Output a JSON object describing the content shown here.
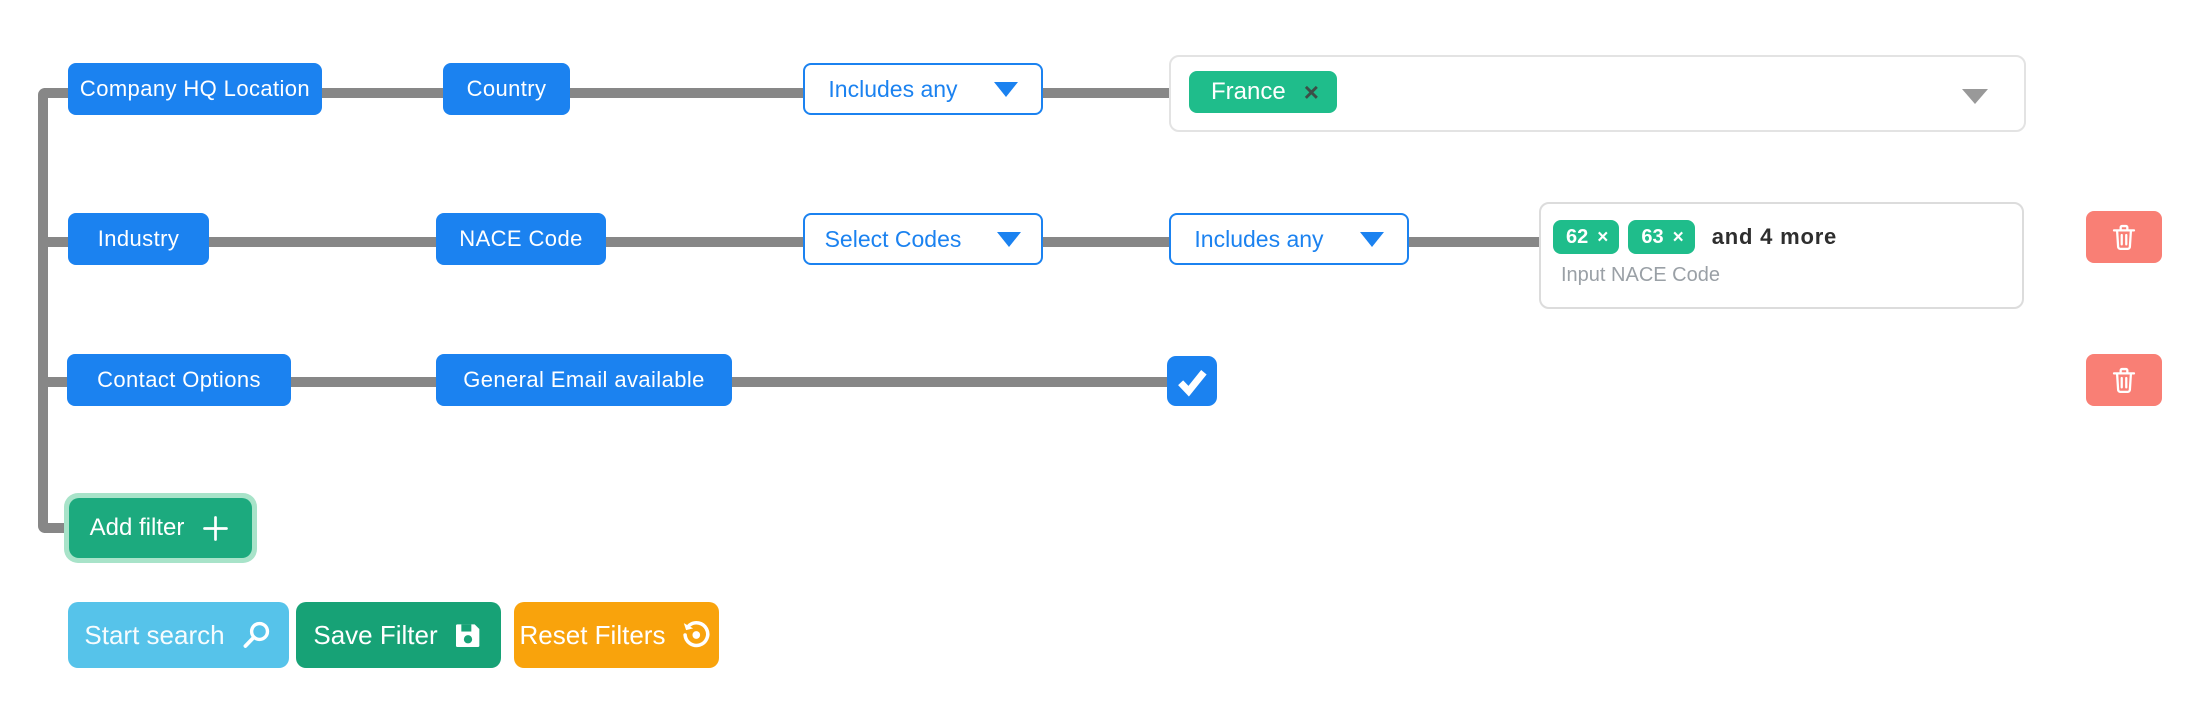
{
  "rows": [
    {
      "category": "Company HQ Location",
      "attribute": "Country",
      "operator": "Includes any",
      "tags": [
        "France"
      ],
      "value_dropdown_icon": "chevron-down-icon"
    },
    {
      "category": "Industry",
      "attribute": "NACE Code",
      "code_selector": "Select Codes",
      "operator": "Includes any",
      "tags": [
        "62",
        "63"
      ],
      "more_text": "and 4 more",
      "input_placeholder": "Input NACE Code",
      "delete_icon": "trash-icon"
    },
    {
      "category": "Contact Options",
      "attribute": "General Email available",
      "checkbox_checked": true,
      "delete_icon": "trash-icon"
    }
  ],
  "add_filter": {
    "label": "Add filter",
    "icon": "plus-icon"
  },
  "actions": {
    "start_search": "Start search",
    "save_filter": "Save Filter",
    "reset_filters": "Reset Filters"
  },
  "icons": {
    "close": "×"
  },
  "colors": {
    "chip_blue": "#1b82f0",
    "connector_gray": "#878787",
    "tag_green": "#1fbd8b",
    "add_filter_green": "#1caa7e",
    "add_filter_ring": "#a8e3c9",
    "search_blue": "#56c3ea",
    "save_green": "#17a276",
    "reset_orange": "#f9a30c",
    "delete_red": "#f97f75",
    "more_text_dark": "#2e2e2e",
    "placeholder_gray": "#9aa0a6",
    "container_border": "#e3e3e3"
  }
}
